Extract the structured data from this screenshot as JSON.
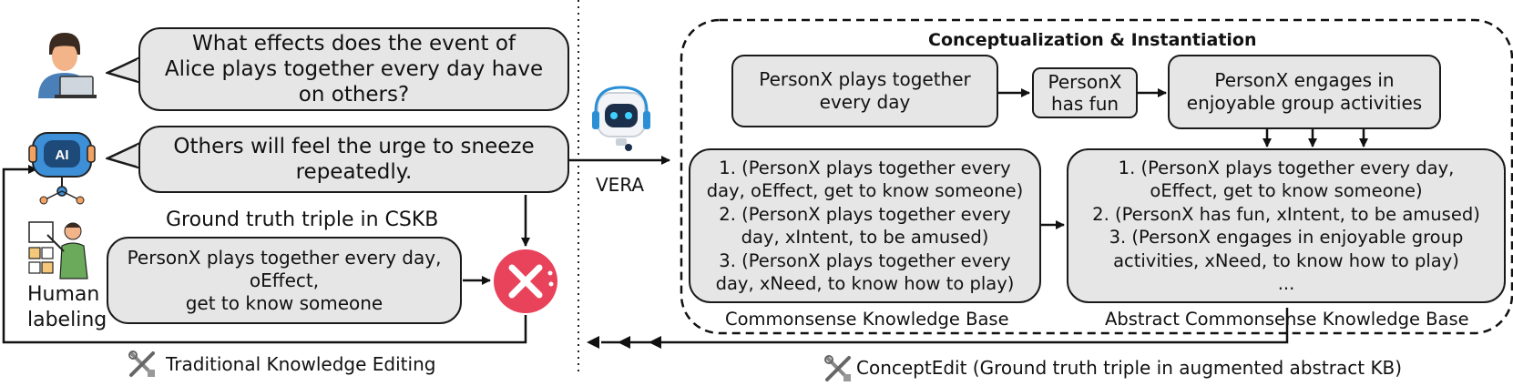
{
  "left": {
    "question": "What effects does the event of\nAlice plays together every day have\non others?",
    "answer": "Others will feel the urge to sneeze\nrepeatedly.",
    "gt_label": "Ground truth triple in CSKB",
    "gt_triple": "PersonX plays together every day,\noEffect,\nget to know someone",
    "human_label": "Human\nlabeling",
    "ai_badge": "AI",
    "footer": "Traditional Knowledge Editing"
  },
  "middle": {
    "vera_label": "VERA"
  },
  "right": {
    "section_title": "Conceptualization & Instantiation",
    "event_box": "PersonX plays together\nevery day",
    "fun_box": "PersonX\nhas fun",
    "abstract_box": "PersonX engages in\nenjoyable group activities",
    "ckb_items": "1. (PersonX plays together every\nday, oEffect, get to know someone)\n2. (PersonX plays together every\nday, xIntent, to be amused)\n3. (PersonX plays together every\nday, xNeed, to know how to play)",
    "ckb_label": "Commonsense Knowledge Base",
    "akb_items": "1. (PersonX plays together every day,\noEffect, get to know someone)\n2. (PersonX has fun, xIntent, to be amused)\n3. (PersonX engages in enjoyable group\nactivities, xNeed, to know how to play)\n...",
    "akb_label": "Abstract Commonsense Knowledge Base",
    "footer": "ConceptEdit (Ground truth triple in augmented abstract KB)"
  },
  "colors": {
    "box_fill": "#e6e6e6",
    "cross_red": "#e8435a",
    "robot_blue": "#2b8fd6",
    "accent_orange": "#f4a261"
  },
  "icons": [
    "user-laptop-icon",
    "ai-robot-icon",
    "human-labeling-icon",
    "error-cross-icon",
    "vera-robot-icon",
    "tools-icon"
  ]
}
